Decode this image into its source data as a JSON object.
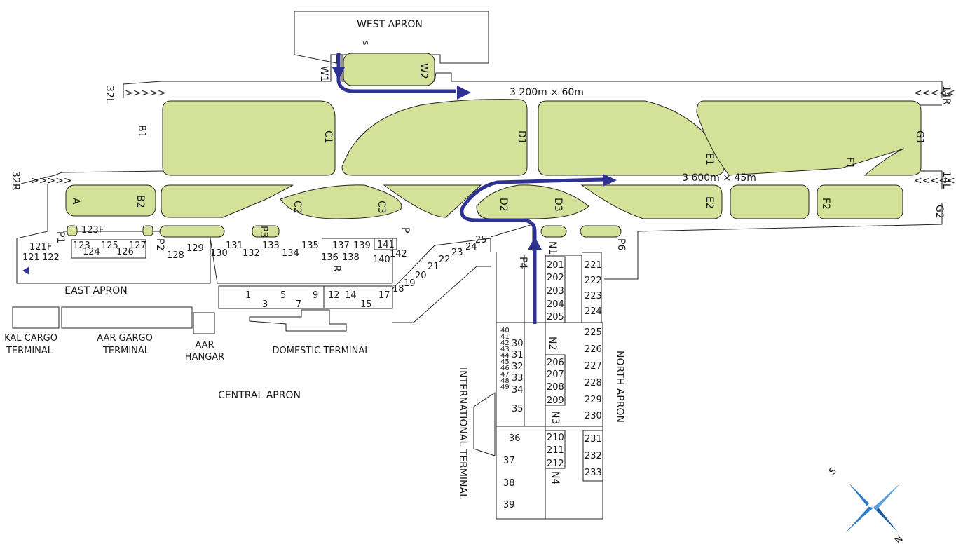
{
  "aprons": {
    "west": "WEST APRON",
    "east": "EAST APRON",
    "central": "CENTRAL APRON",
    "north": "NORTH APRON"
  },
  "runways": {
    "rwy_upper": {
      "dimensions": "3 200m × 60m",
      "end_left": "32L",
      "end_right": "14R"
    },
    "rwy_lower": {
      "dimensions": "3 600m × 45m",
      "end_left": "32R",
      "end_right": "14L"
    }
  },
  "taxiways": [
    "W1",
    "W2",
    "B1",
    "C1",
    "D1",
    "E1",
    "F1",
    "G1",
    "A",
    "B2",
    "C2",
    "C3",
    "D2",
    "D3",
    "E2",
    "F2",
    "G2",
    "P1",
    "P2",
    "P3",
    "P4",
    "P6",
    "N1",
    "N2",
    "N3",
    "N4",
    "R",
    "P",
    "S"
  ],
  "buildings": {
    "kal_cargo": [
      "KAL CARGO",
      "TERMINAL"
    ],
    "aar_cargo": [
      "AAR GARGO",
      "TERMINAL"
    ],
    "aar_hangar": [
      "AAR",
      "HANGAR"
    ],
    "domestic": "DOMESTIC TERMINAL",
    "international": "INTERNATIONAL TERMINAL"
  },
  "stands": {
    "east": [
      "123F",
      "121F",
      "121",
      "122",
      "123",
      "124",
      "125",
      "126",
      "127",
      "128",
      "129",
      "130",
      "131",
      "132",
      "133",
      "134",
      "135",
      "136",
      "137",
      "138",
      "139",
      "140",
      "141",
      "142"
    ],
    "domestic": [
      "1",
      "3",
      "5",
      "7",
      "9",
      "12",
      "14",
      "15",
      "17",
      "18",
      "19",
      "20",
      "21",
      "22",
      "23",
      "24",
      "25"
    ],
    "intl_small": [
      "40",
      "41",
      "42",
      "43",
      "44",
      "45",
      "46",
      "47",
      "48",
      "49"
    ],
    "intl": [
      "30",
      "31",
      "32",
      "33",
      "34",
      "35",
      "36",
      "37",
      "38",
      "39"
    ],
    "north_inner": [
      "201",
      "202",
      "203",
      "204",
      "205",
      "206",
      "207",
      "208",
      "209",
      "210",
      "211",
      "212"
    ],
    "north_outer": [
      "221",
      "222",
      "223",
      "224",
      "225",
      "226",
      "227",
      "228",
      "229",
      "230",
      "231",
      "232",
      "233"
    ]
  },
  "compass": {
    "north": "N",
    "south": "S"
  },
  "colors": {
    "grass": "#d3e199",
    "route": "#2e3192",
    "compass": "#2b7bc8"
  }
}
